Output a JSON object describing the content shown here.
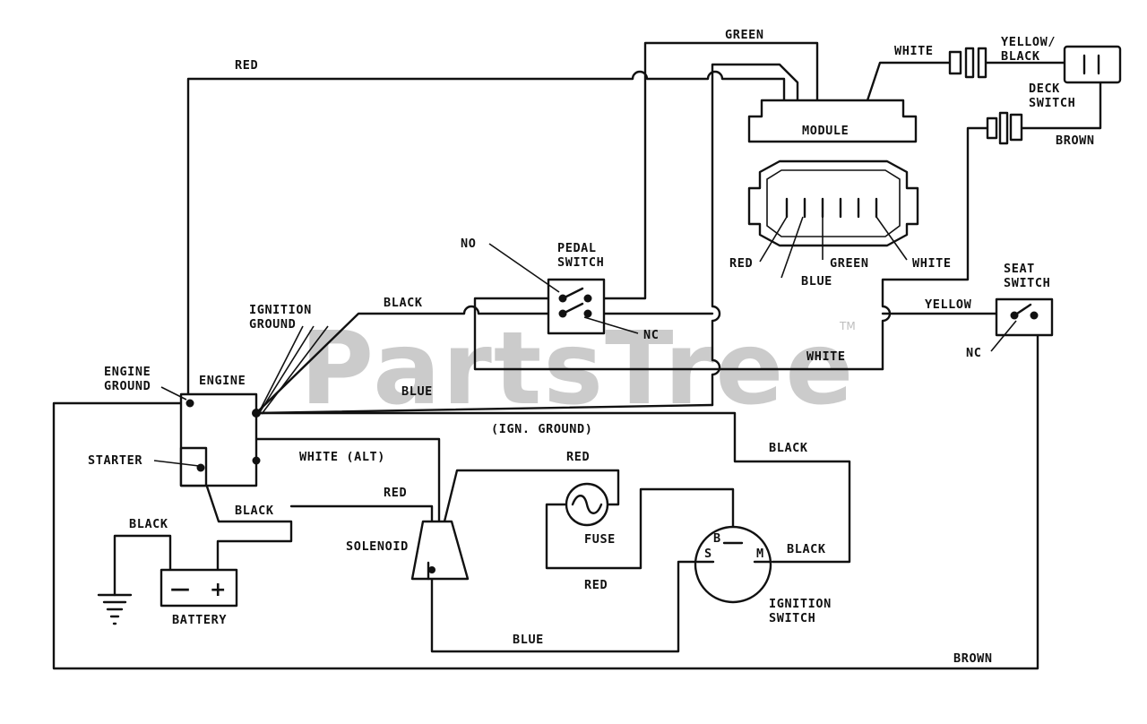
{
  "labels": {
    "red_top": "RED",
    "green_top": "GREEN",
    "white_top": "WHITE",
    "yellow_black": "YELLOW/\nBLACK",
    "deck_switch": "DECK\nSWITCH",
    "brown_top": "BROWN",
    "module": "MODULE",
    "red_pin": "RED",
    "green_pin": "GREEN",
    "white_pin": "WHITE",
    "blue_pin": "BLUE",
    "no": "NO",
    "pedal_switch": "PEDAL\nSWITCH",
    "nc_pedal": "NC",
    "ignition_ground": "IGNITION\nGROUND",
    "black_mid": "BLACK",
    "yellow": "YELLOW",
    "seat_switch": "SEAT\nSWITCH",
    "nc_seat": "NC",
    "white_mid": "WHITE",
    "engine_ground": "ENGINE\nGROUND",
    "engine": "ENGINE",
    "blue_mid": "BLUE",
    "ign_ground": "(IGN. GROUND)",
    "black_right": "BLACK",
    "starter": "STARTER",
    "white_alt": "WHITE (ALT)",
    "red_fuse_top": "RED",
    "red_solenoid": "RED",
    "black_starter": "BLACK",
    "black_battery": "BLACK",
    "fuse": "FUSE",
    "solenoid": "SOLENOID",
    "black_ign": "BLACK",
    "terminal_b": "B",
    "terminal_s": "S",
    "terminal_m": "M",
    "red_bottom": "RED",
    "battery": "BATTERY",
    "battery_minus": "—",
    "battery_plus": "+",
    "ignition_switch": "IGNITION\nSWITCH",
    "blue_bottom": "BLUE",
    "brown_bottom": "BROWN"
  },
  "watermark": {
    "text": "PartsTree",
    "trademark": "TM"
  },
  "colors": {
    "line": "#111111",
    "background": "#ffffff",
    "watermark": "#bdbdbd"
  }
}
